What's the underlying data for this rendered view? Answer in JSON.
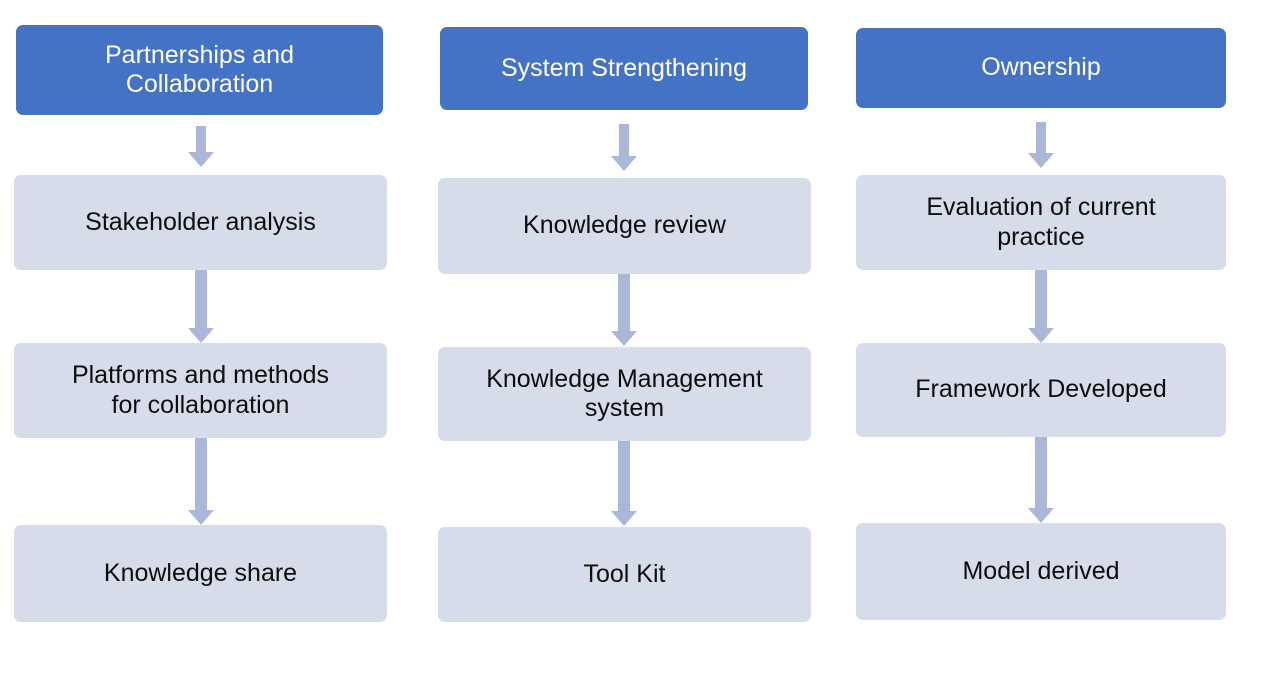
{
  "diagram": {
    "title": "Three-stream process flowchart",
    "background_color": "#FFFFFF",
    "header_color": "#4472C4",
    "header_text_color": "#FFFFFF",
    "step_color": "#D6DCE9",
    "step_text_color": "#0D0D0D",
    "arrow_color": "#AAB7D8",
    "columns": [
      {
        "header": "Partnerships and\nCollaboration",
        "steps": [
          "Stakeholder analysis",
          "Platforms and methods\nfor collaboration",
          "Knowledge share"
        ]
      },
      {
        "header": "System Strengthening",
        "steps": [
          "Knowledge review",
          "Knowledge Management\nsystem",
          "Tool Kit"
        ]
      },
      {
        "header": "Ownership",
        "steps": [
          "Evaluation of current\npractice",
          "Framework Developed",
          "Model derived"
        ]
      }
    ]
  }
}
